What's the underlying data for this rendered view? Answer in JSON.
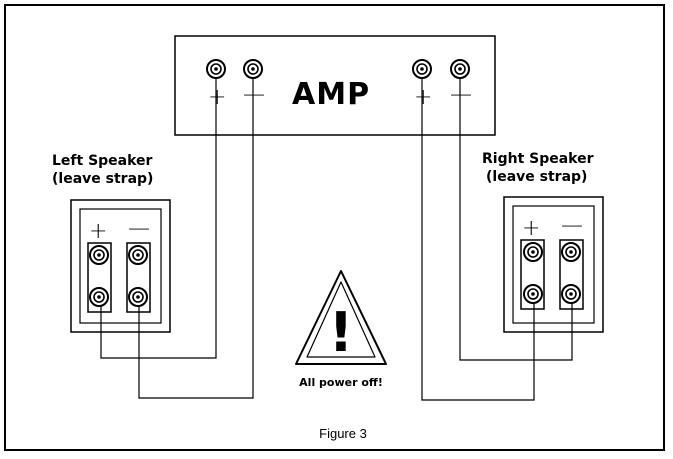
{
  "amp": {
    "label": "AMP",
    "plus": "+",
    "minus": "—"
  },
  "left_speaker": {
    "title_line1": "Left Speaker",
    "title_line2": "(leave strap)",
    "plus": "+",
    "minus": "—"
  },
  "right_speaker": {
    "title_line1": "Right Speaker",
    "title_line2": "(leave strap)",
    "plus": "+",
    "minus": "—"
  },
  "warning": {
    "symbol": "!",
    "text": "All power off!"
  },
  "caption": "Figure 3",
  "icons": [
    "binding-post-icon",
    "warning-triangle-icon"
  ],
  "colors": {
    "line": "#000000",
    "background": "#ffffff",
    "plate": "#ffffff"
  }
}
